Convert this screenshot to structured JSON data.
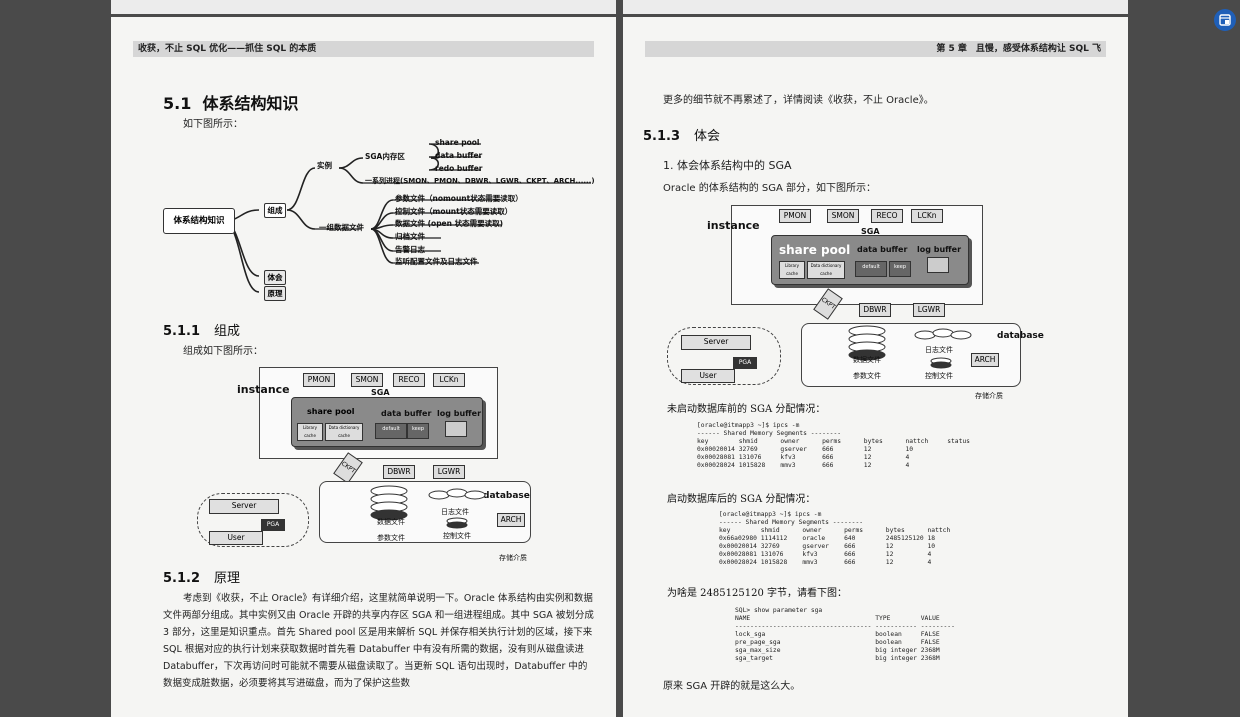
{
  "left_page": {
    "running_head": "收获，不止 SQL 优化——抓住 SQL 的本质",
    "section_5_1": {
      "num": "5.1",
      "title": "体系结构知识"
    },
    "intro": "如下图所示：",
    "mindmap": {
      "root": "体系结构知识",
      "branch_compose": "组成",
      "branch_experience": "体会",
      "branch_principle": "原理",
      "instance": "实例",
      "sga_area": "SGA内存区",
      "sga_items": [
        "share pool",
        "data buffer",
        "redo buffer"
      ],
      "processes": "一系列进程(SMON、PMON、DBWR、LGWR、CKPT、ARCH......)",
      "db_files": "一组数据文件",
      "file_items": [
        "参数文件（nomount状态需要读取）",
        "控制文件（mount状态需要读取）",
        "数据文件 (open 状态需要读取)",
        "归档文件",
        "告警日志",
        "监听配置文件及日志文件"
      ]
    },
    "section_5_1_1": {
      "num": "5.1.1",
      "title": "组成"
    },
    "compose_intro": "组成如下图所示：",
    "section_5_1_2": {
      "num": "5.1.2",
      "title": "原理"
    },
    "principle_text": "考虑到《收获，不止 Oracle》有详细介绍，这里就简单说明一下。Oracle 体系结构由实例和数据文件两部分组成。其中实例又由 Oracle 开辟的共享内存区 SGA 和一组进程组成。其中 SGA 被划分成 3 部分，这里是知识重点。首先 Shared pool 区是用来解析 SQL 并保存相关执行计划的区域，接下来 SQL 根据对应的执行计划来获取数据时首先看 Databuffer 中有没有所需的数据，没有则从磁盘读进 Databuffer，下次再访问时可能就不需要从磁盘读取了。当更新 SQL 语句出现时，Databuffer 中的数据变成脏数据，必须要将其写进磁盘，而为了保护这些数"
  },
  "diagram": {
    "instance": "instance",
    "processes": [
      "PMON",
      "SMON",
      "RECO",
      "LCKn"
    ],
    "sga": "SGA",
    "share_pool": "share pool",
    "data_buffer": "data buffer",
    "log_buffer": "log buffer",
    "sub_library": "Library cache",
    "sub_dict": "Data dictionary cache",
    "sub_default": "default",
    "sub_keep": "keep",
    "ckpt": "CKPT",
    "dbwr": "DBWR",
    "lgwr": "LGWR",
    "database": "database",
    "server": "Server",
    "pga": "PGA",
    "user": "User",
    "data_files": "数据文件",
    "param_files": "参数文件",
    "log_files": "日志文件",
    "ctrl_files": "控制文件",
    "arch": "ARCH",
    "storage": "存储介质"
  },
  "right_page": {
    "running_head": "第 5 章　且慢，感受体系结构让 SQL 飞",
    "more_detail": "更多的细节就不再累述了，详情阅读《收获，不止 Oracle》。",
    "section_5_1_3": {
      "num": "5.1.3",
      "title": "体会"
    },
    "sub1": "1. 体会体系结构中的 SGA",
    "sub1_intro": "Oracle 的体系结构的 SGA 部分，如下图所示：",
    "caption_before": "未启动数据库前的 SGA 分配情况：",
    "code_before": "[oracle@itmapp3 ~]$ ipcs -m\n------ Shared Memory Segments --------\nkey        shmid      owner      perms      bytes      nattch     status\n0x00020014 32769      gserver    666        12         10\n0x00028081 131076     kfv3       666        12         4\n0x00028024 1015828    mmv3       666        12         4",
    "caption_after": "启动数据库后的 SGA 分配情况：",
    "code_after": "[oracle@itmapp3 ~]$ ipcs -m\n------ Shared Memory Segments --------\nkey        shmid      owner      perms      bytes      nattch\n0x66a02980 1114112    oracle     640        2485125120 18\n0x00020014 32769      gserver    666        12         10\n0x00028081 131076     kfv3       666        12         4\n0x00028024 1015828    mmv3       666        12         4",
    "caption_why": "为啥是 2485125120 字节，请看下图：",
    "code_param": "SQL> show parameter sga\nNAME                                 TYPE        VALUE\n------------------------------------ ----------- ---------\nlock_sga                             boolean     FALSE\npre_page_sga                         boolean     FALSE\nsga_max_size                         big integer 2368M\nsga_target                           big integer 2368M",
    "footer_text": "原来 SGA 开辟的就是这么大。"
  },
  "colors": {
    "background": "#4a4a4a",
    "page": "#f5f5f3",
    "accent_button": "#1f5fb8"
  }
}
